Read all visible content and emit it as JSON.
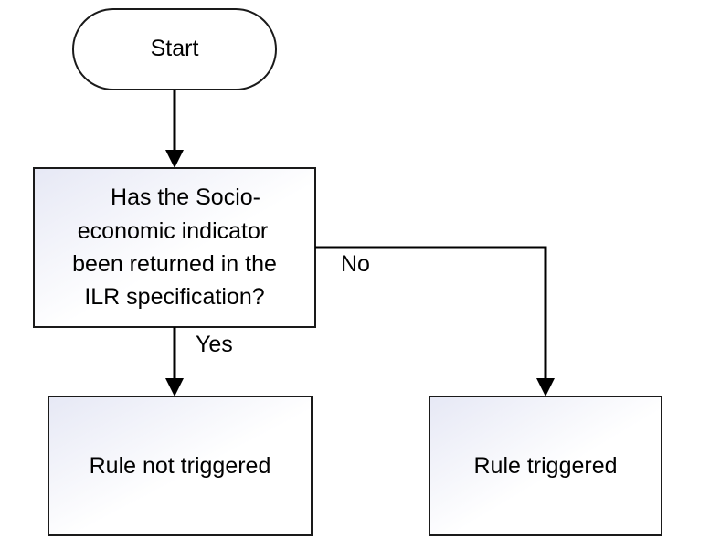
{
  "diagram": {
    "start": {
      "label": "Start"
    },
    "decision": {
      "lines": [
        "Has the Socio-",
        "economic indicator",
        "been returned in the",
        "ILR specification?"
      ]
    },
    "outcome_no_trigger": {
      "label": "Rule not triggered"
    },
    "outcome_trigger": {
      "label": "Rule triggered"
    },
    "edges": {
      "yes_label": "Yes",
      "no_label": "No"
    }
  },
  "colors": {
    "box_fill_light": "#ffffff",
    "box_fill_tint": "#e6e8f5",
    "stroke": "#000000"
  }
}
